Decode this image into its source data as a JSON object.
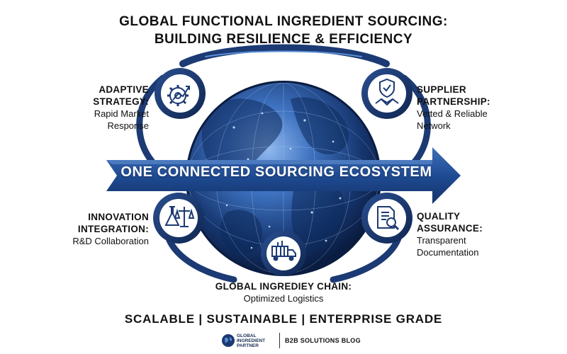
{
  "title": {
    "line1": "GLOBAL FUNCTIONAL INGREDIENT SOURCING:",
    "line2": "BUILDING RESILIENCE & EFFICIENCY"
  },
  "banner": "ONE CONNECTED SOURCING ECOSYSTEM",
  "nodes": {
    "adaptive": {
      "head1": "ADAPTIVE",
      "head2": "STRATEGY:",
      "sub1": "Rapid Market",
      "sub2": "Response",
      "icon": "gear-chart-icon"
    },
    "supplier": {
      "head1": "SUPPLIER",
      "head2": "PARTNERSHIP:",
      "sub1": "Vetted & Reliable",
      "sub2": "Network",
      "icon": "shield-handshake-icon"
    },
    "innovation": {
      "head1": "INNOVATION",
      "head2": "INTEGRATION:",
      "sub1": "R&D Collaboration",
      "icon": "lab-flask-scale-icon"
    },
    "quality": {
      "head1": "QUALITY",
      "head2": "ASSURANCE:",
      "sub1": "Transparent",
      "sub2": "Documentation",
      "icon": "document-magnifier-icon"
    },
    "chain": {
      "head1": "GLOBAL INGREDIEY CHAIN:",
      "sub1": "Optimized Logistics",
      "icon": "container-truck-icon"
    }
  },
  "tagline": "SCALABLE | SUSTAINABLE | ENTERPRISE GRADE",
  "footer": {
    "brand1": "GLOBAL",
    "brand2": "INGREDIENT",
    "brand3": "PARTNER",
    "blog": "B2B SOLUTIONS BLOG"
  },
  "colors": {
    "navy": "#1c3a73",
    "deep_blue": "#0f2550",
    "globe_light": "#5b8fd6",
    "globe_dark": "#0a1c40"
  }
}
